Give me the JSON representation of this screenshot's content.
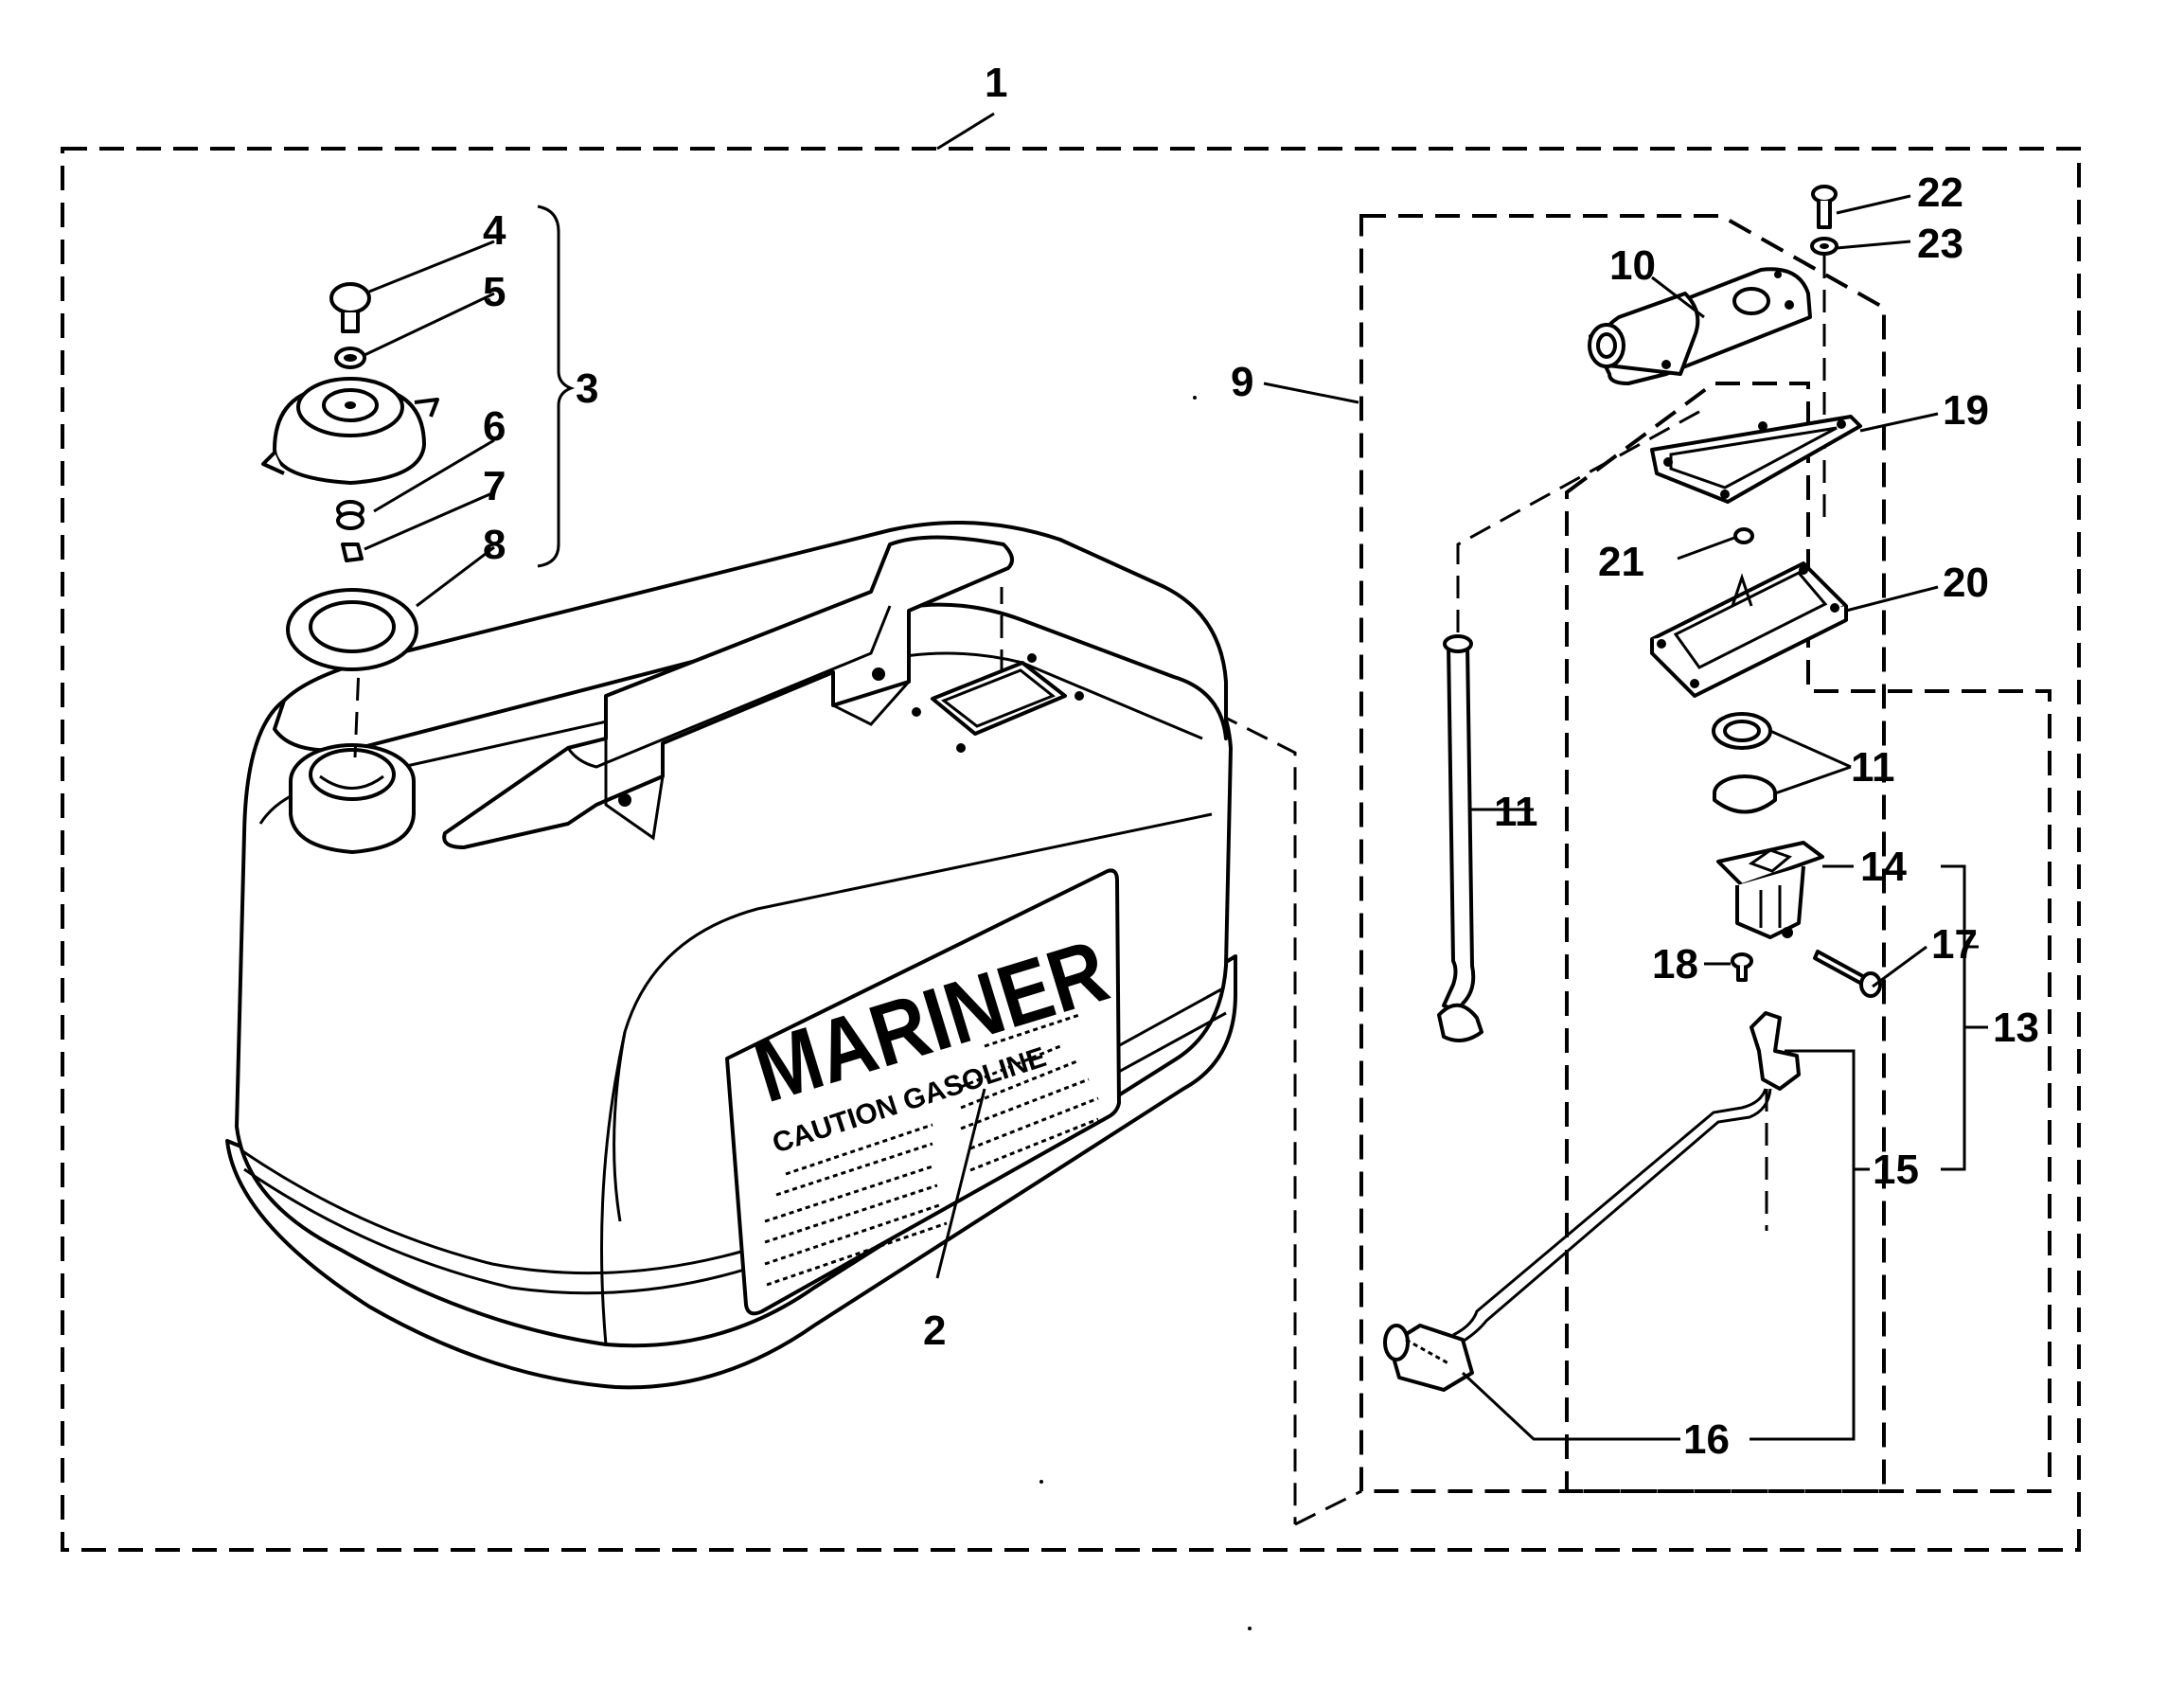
{
  "brand": {
    "name": "MARINER",
    "caution": "CAUTION GASOLINE"
  },
  "callouts": {
    "c1": "1",
    "c2": "2",
    "c3": "3",
    "c4": "4",
    "c5": "5",
    "c6": "6",
    "c7": "7",
    "c8": "8",
    "c9": "9",
    "c10": "10",
    "c11_tube": "11",
    "c11_seal": "11",
    "c13": "13",
    "c14": "14",
    "c15": "15",
    "c16": "16",
    "c17": "17",
    "c18": "18",
    "c19": "19",
    "c20": "20",
    "c21": "21",
    "c22": "22",
    "c23": "23"
  }
}
